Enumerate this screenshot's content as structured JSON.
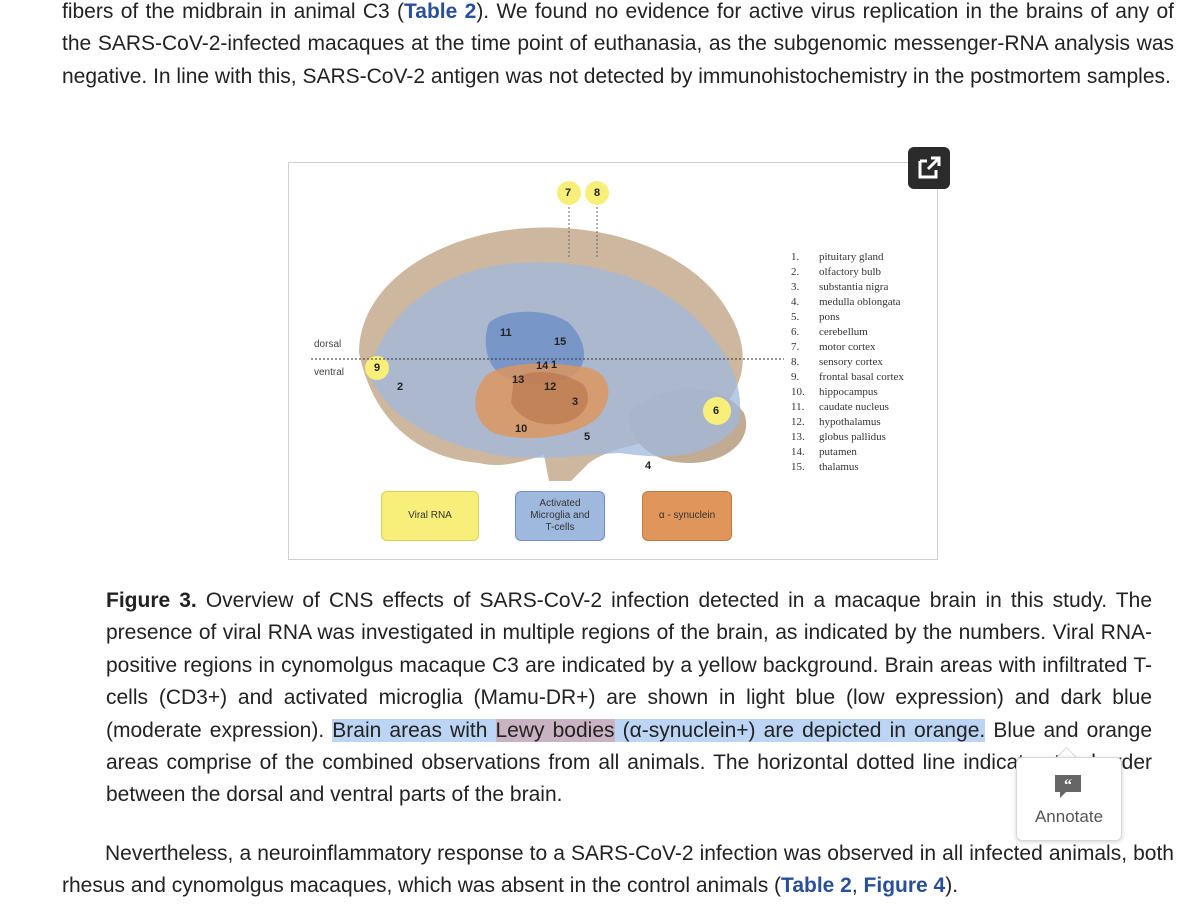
{
  "para_top": {
    "t1": "fibers of the midbrain in animal C3 (",
    "ref1": "Table 2",
    "t2": "). We found no evidence for active virus replication in the brains of any of the SARS-CoV-2-infected macaques at the time point of euthanasia, as the subgenomic messenger-RNA analysis was negative. In line with this, SARS-CoV-2 antigen was not detected by immunohistochemistry in the postmortem samples."
  },
  "figure": {
    "dorsal_label": "dorsal",
    "ventral_label": "ventral",
    "region_numbers": [
      "1",
      "2",
      "3",
      "4",
      "5",
      "6",
      "7",
      "8",
      "9",
      "10",
      "11",
      "12",
      "13",
      "14",
      "15"
    ],
    "legend_items": [
      {
        "num": "1.",
        "name": "pituitary gland"
      },
      {
        "num": "2.",
        "name": "olfactory bulb"
      },
      {
        "num": "3.",
        "name": "substantia nigra"
      },
      {
        "num": "4.",
        "name": "medulla oblongata"
      },
      {
        "num": "5.",
        "name": "pons"
      },
      {
        "num": "6.",
        "name": "cerebellum"
      },
      {
        "num": "7.",
        "name": "motor cortex"
      },
      {
        "num": "8.",
        "name": "sensory cortex"
      },
      {
        "num": "9.",
        "name": "frontal basal cortex"
      },
      {
        "num": "10.",
        "name": "hippocampus"
      },
      {
        "num": "11.",
        "name": "caudate nucleus"
      },
      {
        "num": "12.",
        "name": "hypothalamus"
      },
      {
        "num": "13.",
        "name": "globus pallidus"
      },
      {
        "num": "14.",
        "name": "putamen"
      },
      {
        "num": "15.",
        "name": "thalamus"
      }
    ],
    "key_viral": "Viral RNA",
    "key_microglia_1": "Activated",
    "key_microglia_2": "Microglia and",
    "key_microglia_3": "T-cells",
    "key_synuclein": "α - synuclein",
    "colors": {
      "yellow": "#f7ef7a",
      "blue_light": "#9fb8dd",
      "blue_dark": "#6f8fc6",
      "orange": "#e0955a",
      "brain": "#cdb79e"
    }
  },
  "caption": {
    "label": "Figure 3.",
    "t1": " Overview of CNS effects of SARS-CoV-2 infection detected in a macaque brain in this study. The presence of viral RNA was investigated in multiple regions of the brain, as indicated by the numbers. Viral RNA-positive regions in cynomolgus macaque C3 are indicated by a yellow background. Brain areas with infiltrated T-cells (CD3+) and activated microglia (Mamu-DR+) are shown in light blue (low expression) and dark blue (moderate expression). ",
    "hl_a": "Brain areas with ",
    "hl_b": "Lewy bodies",
    "hl_c": " (α-synuclein+) are depicted in orange.",
    "t2": " Blue and orange areas comprise of the combined observations from all animals. The horizontal dotted line indicates the border between the dorsal and ventral parts of the brain."
  },
  "annotate": {
    "label": "Annotate"
  },
  "para_bottom": {
    "t1": "Nevertheless, a neuroinflammatory response to a SARS-CoV-2 infection was observed in all infected animals, both rhesus and cynomolgus macaques, which was absent in the control animals (",
    "ref1": "Table 2",
    "sep": ", ",
    "ref2": "Figure 4",
    "t2": ")."
  }
}
